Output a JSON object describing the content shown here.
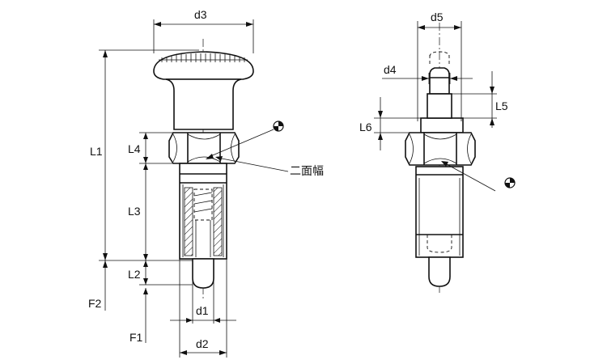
{
  "left_view": {
    "labels": {
      "d3": "d3",
      "L1": "L1",
      "L4": "L4",
      "L3": "L3",
      "L2": "L2",
      "F2": "F2",
      "F1": "F1",
      "d1": "d1",
      "d2": "d2",
      "across_flats": "二面幅"
    }
  },
  "right_view": {
    "labels": {
      "d5": "d5",
      "d4": "d4",
      "L5": "L5",
      "L6": "L6"
    }
  },
  "symbols": {
    "center_mark": "center-of-gravity symbol"
  }
}
